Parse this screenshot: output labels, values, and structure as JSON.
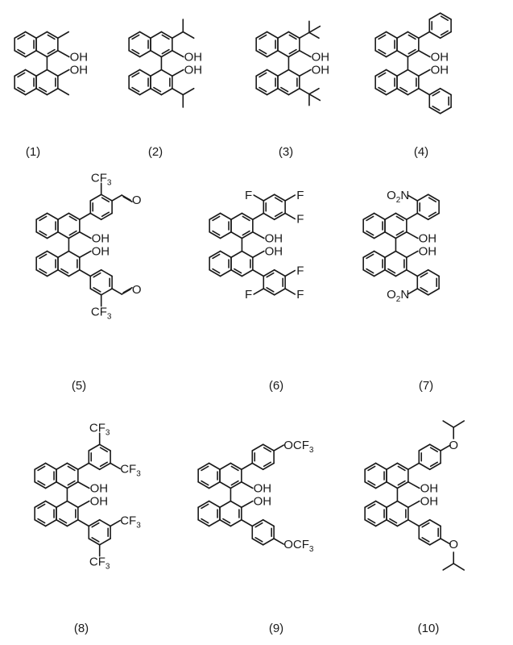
{
  "figure": {
    "description": "BINOL derivatives (1)-(10), 3,3'-disubstituted 1,1'-bi-2-naphthol structures",
    "hydroxyl_label": "OH",
    "compounds": [
      {
        "label": "(1)",
        "substituent": "methyl",
        "substituent_text": ""
      },
      {
        "label": "(2)",
        "substituent": "isopropyl",
        "substituent_text": ""
      },
      {
        "label": "(3)",
        "substituent": "tert-butyl",
        "substituent_text": ""
      },
      {
        "label": "(4)",
        "substituent": "phenyl",
        "substituent_text": ""
      },
      {
        "label": "(5)",
        "substituent": "4-formyl-3-(trifluoromethyl)phenyl",
        "substituent_text": "CF3",
        "extra_text": "O"
      },
      {
        "label": "(6)",
        "substituent": "2,4,5-trifluorophenyl",
        "substituent_text": "F"
      },
      {
        "label": "(7)",
        "substituent": "2-nitrophenyl",
        "substituent_text": "O2N"
      },
      {
        "label": "(8)",
        "substituent": "3,5-bis(trifluoromethyl)phenyl",
        "substituent_text": "CF3"
      },
      {
        "label": "(9)",
        "substituent": "4-(trifluoromethoxy)phenyl",
        "substituent_text": "OCF3"
      },
      {
        "label": "(10)",
        "substituent": "4-isopropoxyphenyl",
        "substituent_text": "O"
      }
    ]
  }
}
